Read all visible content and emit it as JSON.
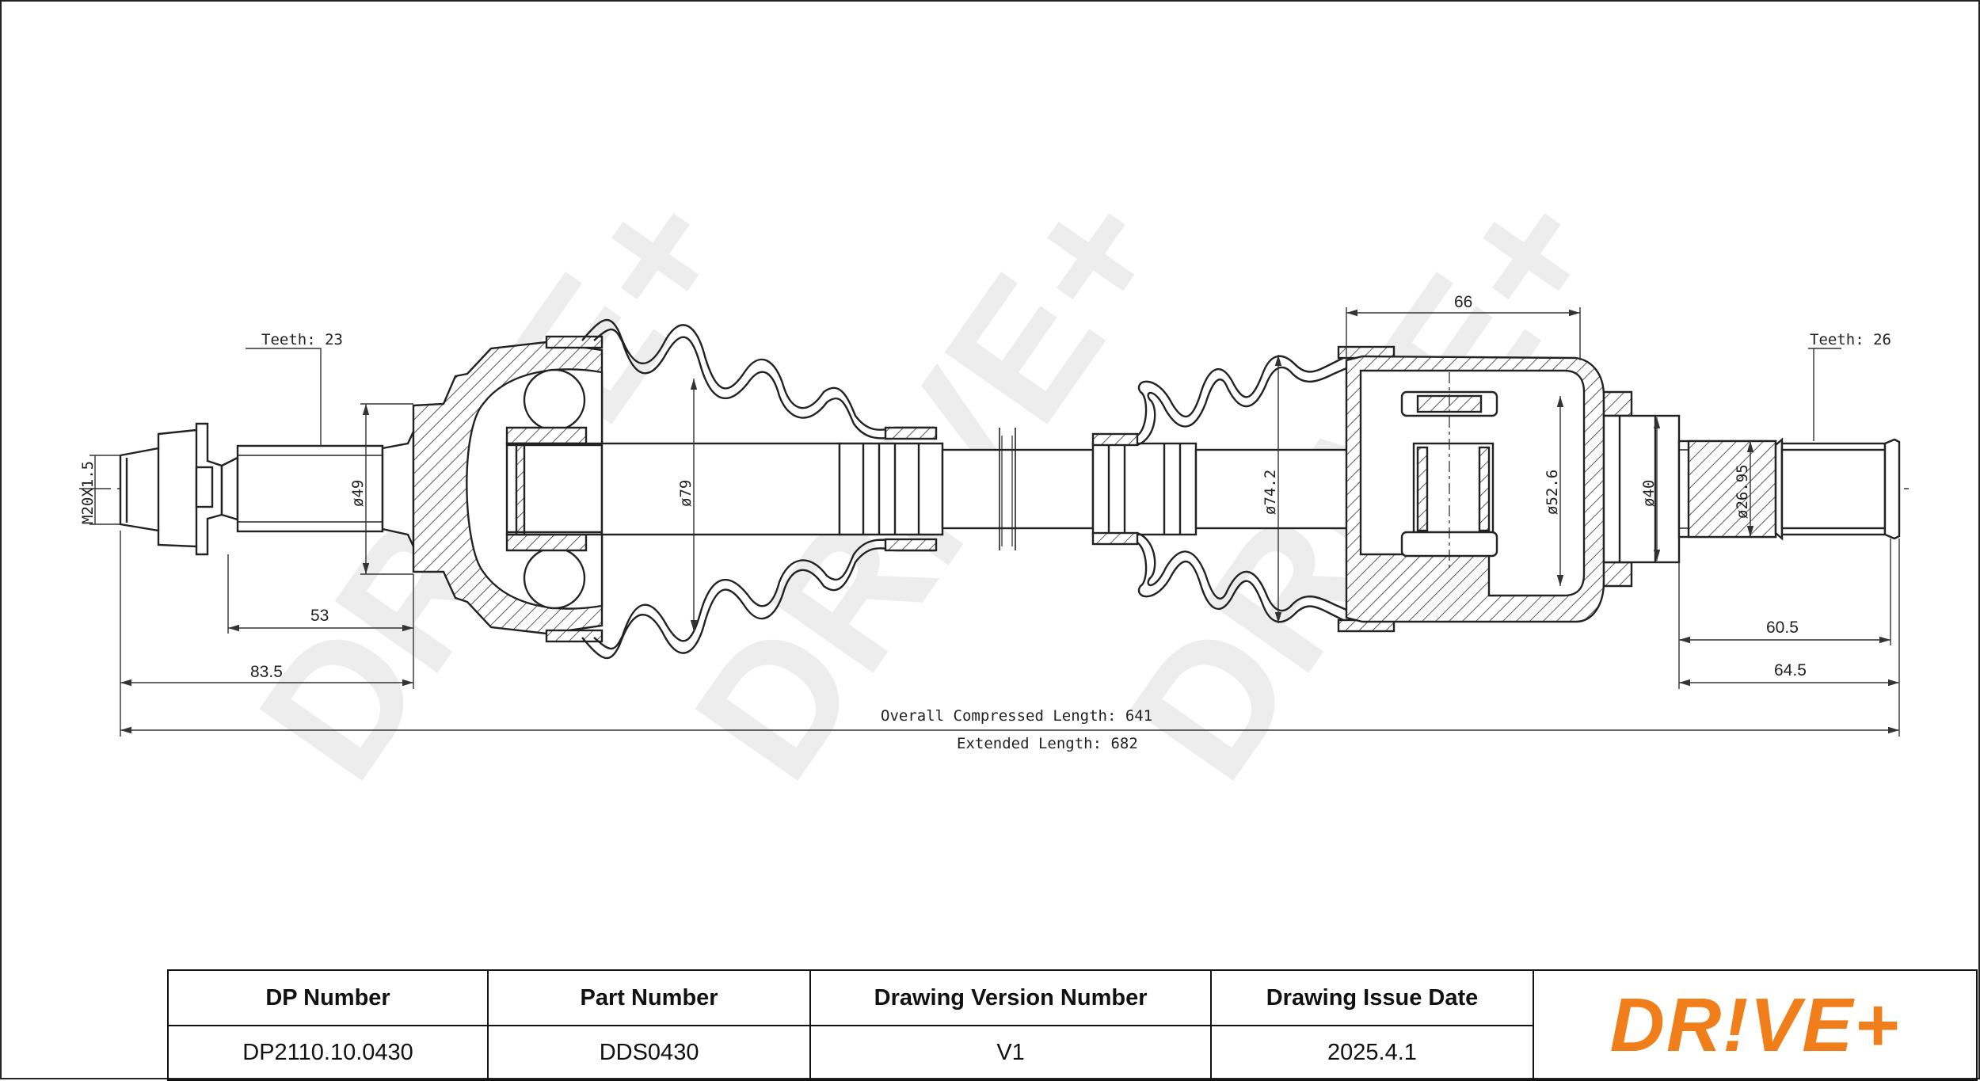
{
  "labels": {
    "teeth_left": "Teeth: 23",
    "teeth_right": "Teeth: 26",
    "thread": "M20X1.5",
    "dia_49": "ø49",
    "dia_79": "ø79",
    "dia_74_2": "ø74.2",
    "dia_52_6": "ø52.6",
    "dia_40": "ø40",
    "dia_26_95": "ø26.95",
    "dim_53": "53",
    "dim_83_5": "83.5",
    "dim_66": "66",
    "dim_60_5": "60.5",
    "dim_64_5": "64.5",
    "overall_compressed": "Overall Compressed Length: 641",
    "extended": "Extended  Length: 682"
  },
  "watermark_text": "DRIVE+",
  "title_block": {
    "headers": [
      "DP Number",
      "Part Number",
      "Drawing Version Number",
      "Drawing Issue Date"
    ],
    "values": [
      "DP2110.10.0430",
      "DDS0430",
      "V1",
      "2025.4.1"
    ]
  },
  "logo": {
    "text": "DR!VE+",
    "color": "#F07E1A"
  }
}
